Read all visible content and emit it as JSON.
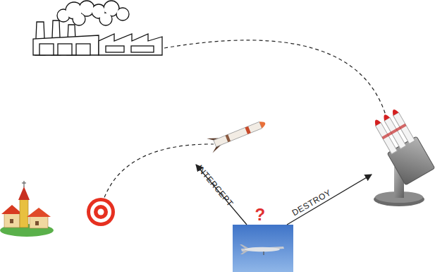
{
  "diagram": {
    "labels": [
      "INTERCEPT",
      "DESTROY",
      "?"
    ]
  }
}
